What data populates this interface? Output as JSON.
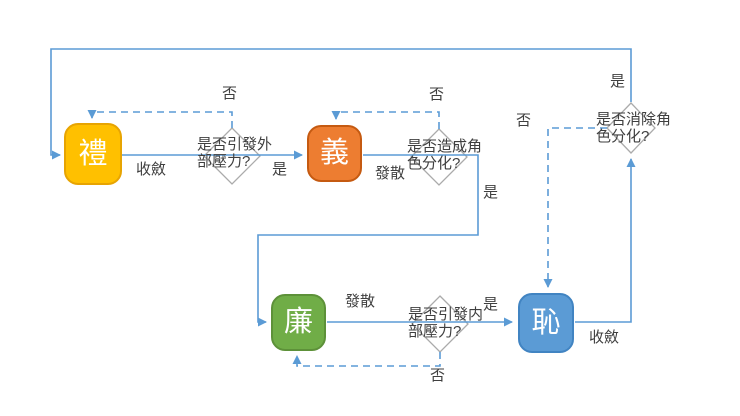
{
  "diagram": {
    "type": "flowchart",
    "description": "禮義廉恥 cycle flowchart"
  },
  "colors": {
    "background": "#ffffff",
    "connector_line": "#5b9bd5",
    "diamond_border": "#ababab",
    "diamond_fill": "#ffffff",
    "label_text": "#3f3f3f",
    "node_text": "#ffffff"
  },
  "nodes": [
    {
      "id": "li",
      "label": "禮",
      "fill": "#FFC000",
      "border": "#E7A402"
    },
    {
      "id": "yi",
      "label": "義",
      "fill": "#ED7D31",
      "border": "#C55A11"
    },
    {
      "id": "lian",
      "label": "廉",
      "fill": "#70AD47",
      "border": "#5D9139"
    },
    {
      "id": "chi",
      "label": "恥",
      "fill": "#5B9BD5",
      "border": "#4184C2"
    }
  ],
  "decisions": [
    {
      "id": "external-pressure",
      "lines": [
        "是否引發外",
        "部壓力?"
      ]
    },
    {
      "id": "role-differentiation",
      "lines": [
        "是否造成角",
        "色分化?"
      ]
    },
    {
      "id": "internal-pressure",
      "lines": [
        "是否引發内",
        "部壓力?"
      ]
    },
    {
      "id": "remove-role-differentiation",
      "lines": [
        "是否消除角",
        "色分化?"
      ]
    }
  ],
  "edge_labels": {
    "yes": "是",
    "no": "否",
    "converge": "收斂",
    "diverge": "發散"
  }
}
